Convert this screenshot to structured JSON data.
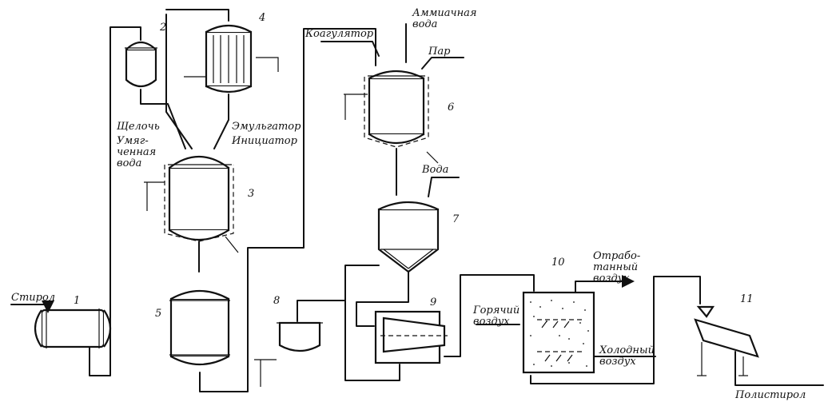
{
  "labels": {
    "styrene": "Стирол",
    "alkali": "Щелочь",
    "soft_water": "Умяг-\nченная\nвода",
    "emulsifier": "Эмульгатор",
    "initiator": "Инициатор",
    "coagulator": "Коагулятор",
    "ammonia_water": "Аммиачная\nвода",
    "steam": "Пар",
    "water": "Вода",
    "spent_air": "Отрабо-\nтанный\nвоздух",
    "hot_air": "Горячий\nвоздух",
    "cold_air": "Холодный\nвоздух",
    "polystyrene": "Полистирол"
  },
  "numbers": [
    "1",
    "2",
    "3",
    "4",
    "5",
    "6",
    "7",
    "8",
    "9",
    "10",
    "11"
  ]
}
